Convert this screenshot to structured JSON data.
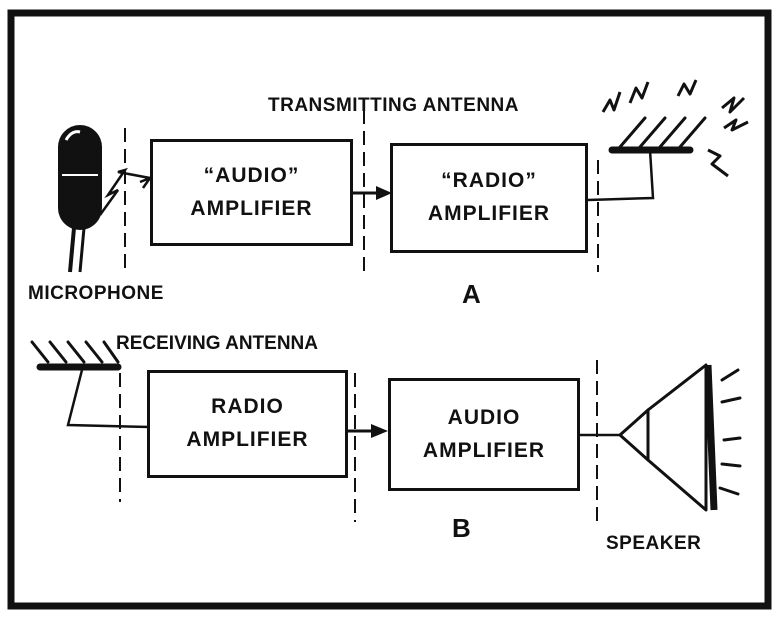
{
  "section_a": {
    "antenna_label": "TRANSMITTING ANTENNA",
    "microphone_label": "MICROPHONE",
    "audio_box": {
      "line1": "“AUDIO”",
      "line2": "AMPLIFIER"
    },
    "radio_box": {
      "line1": "“RADIO”",
      "line2": "AMPLIFIER"
    },
    "letter": "A"
  },
  "section_b": {
    "antenna_label": "RECEIVING ANTENNA",
    "radio_box": {
      "line1": "RADIO",
      "line2": "AMPLIFIER"
    },
    "audio_box": {
      "line1": "AUDIO",
      "line2": "AMPLIFIER"
    },
    "speaker_label": "SPEAKER",
    "letter": "B"
  },
  "colors": {
    "ink": "#111111",
    "paper": "#ffffff"
  }
}
